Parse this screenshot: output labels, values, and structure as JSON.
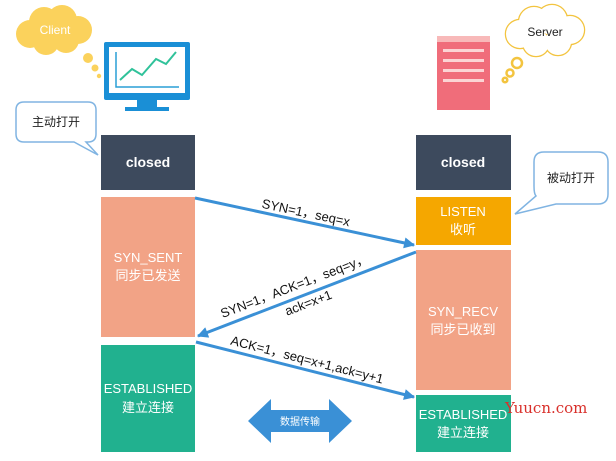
{
  "client": {
    "label": "Client",
    "active_open_label": "主动打开"
  },
  "server": {
    "label": "Server",
    "passive_open_label": "被动打开"
  },
  "client_states": [
    {
      "state": "closed"
    },
    {
      "state": "SYN_SENT",
      "desc": "同步已发送"
    },
    {
      "state": "ESTABLISHED",
      "desc": "建立连接"
    }
  ],
  "server_states": [
    {
      "state": "closed"
    },
    {
      "state": "LISTEN",
      "desc": "收听"
    },
    {
      "state": "SYN_RECV",
      "desc": "同步已收到"
    },
    {
      "state": "ESTABLISHED",
      "desc": "建立连接"
    }
  ],
  "messages": [
    {
      "line1": "SYN=1，seq=x"
    },
    {
      "line1": "SYN=1，ACK=1，seq=y，",
      "line2": "ack=x+1"
    },
    {
      "line1": "ACK=1，seq=x+1,ack=y+1"
    }
  ],
  "data_transfer_label": "数据传输",
  "watermark": "Yuucn.com",
  "icons": {
    "client_device": "monitor-chart-icon",
    "server_device": "server-rack-icon"
  },
  "colors": {
    "closed": "#3d4a5d",
    "syn": "#f2a386",
    "listen": "#f5a700",
    "established": "#21b18f",
    "arrow": "#3a90d6",
    "client_cloud": "#fbd25c",
    "server_cloud_outline": "#f3c43f",
    "bubble_outline": "#80b4e2",
    "watermark": "#d9302b"
  }
}
